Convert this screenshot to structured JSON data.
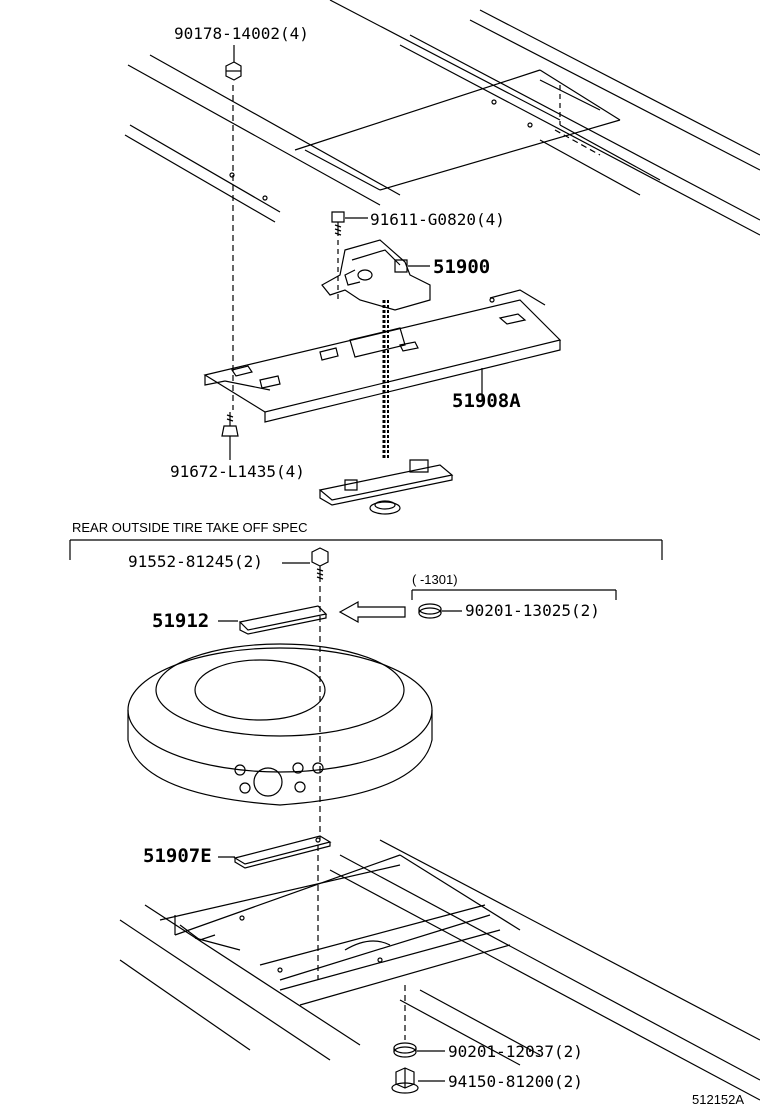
{
  "labels": {
    "p90178": "90178-14002(4)",
    "p91611": "91611-G0820(4)",
    "p51900": "51900",
    "p51908a": "51908A",
    "p91672": "91672-L1435(4)",
    "p91552": "91552-81245(2)",
    "p51912": "51912",
    "p90201_13025": "90201-13025(2)",
    "p51907e": "51907E",
    "p90201_12037": "90201-12037(2)",
    "p94150": "94150-81200(2)"
  },
  "section_title": "REAR OUTSIDE TIRE TAKE OFF SPEC",
  "range_note": "(      -1301)",
  "diagram_id": "512152A"
}
